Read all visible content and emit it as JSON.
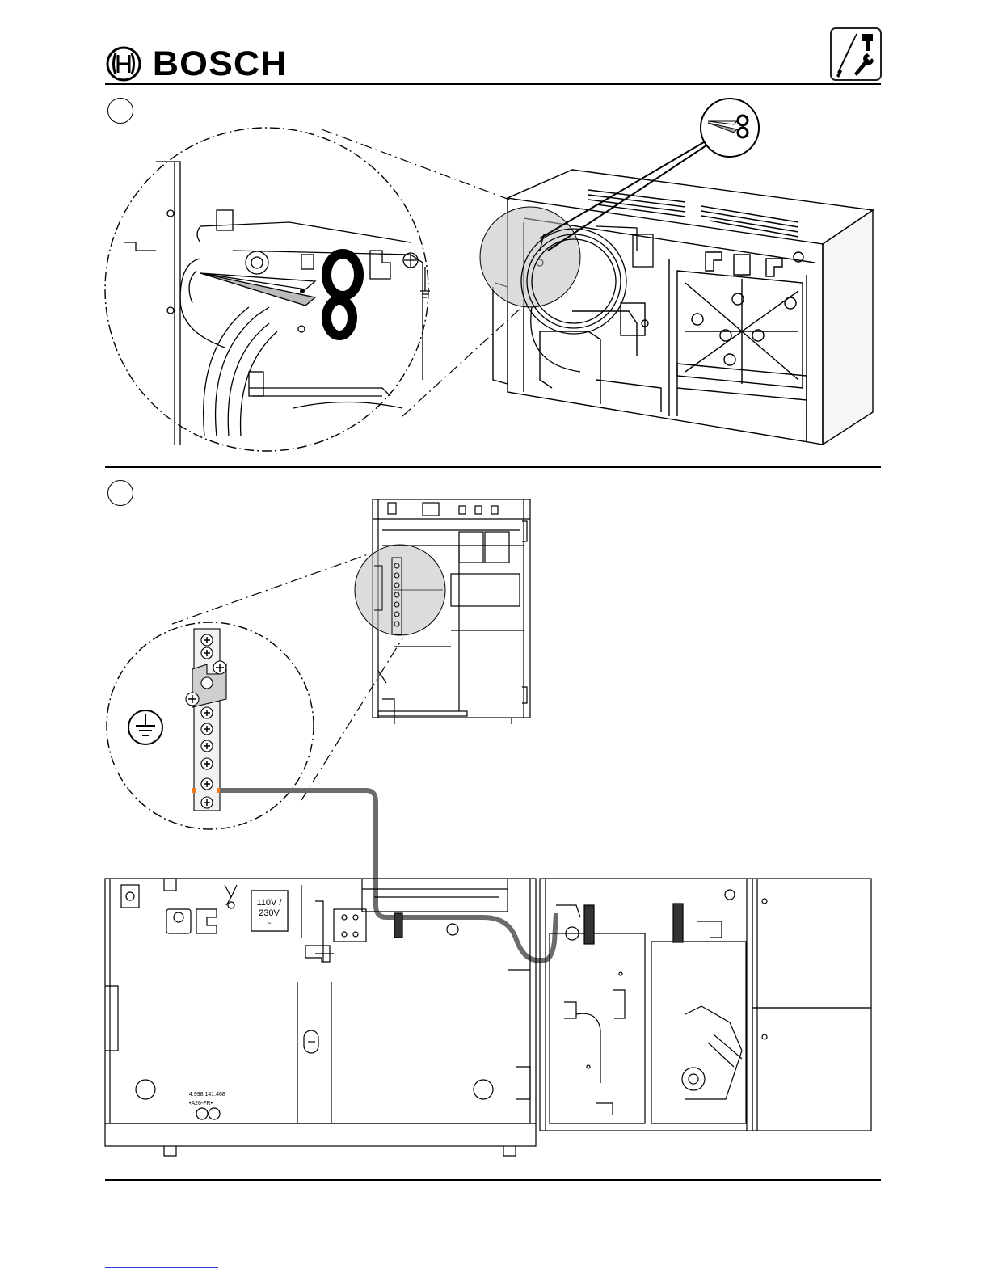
{
  "header": {
    "brand": "BOSCH",
    "tools_icon": "screwdriver-wrench-bolt-icon"
  },
  "steps": [
    {
      "number": ""
    },
    {
      "number": ""
    }
  ],
  "figure1": {
    "icons": [
      "scissors-icon",
      "cable-cutting-scissors-icon"
    ]
  },
  "figure2": {
    "transformer_label_line1": "110V /",
    "transformer_label_line2": "230V",
    "transformer_label_line3": "~",
    "part_number_line1": "4.998.141.468",
    "part_number_line2": "•A26-FR•",
    "icons": [
      "ground-earth-icon",
      "terminal-strip-icon"
    ]
  },
  "colors": {
    "line": "#000000",
    "zoom_fill": "#dcdcdc",
    "cable": "#6b6b6b",
    "terminal_highlight": "#f07a1a",
    "footer_link": "#2a3fd6"
  }
}
